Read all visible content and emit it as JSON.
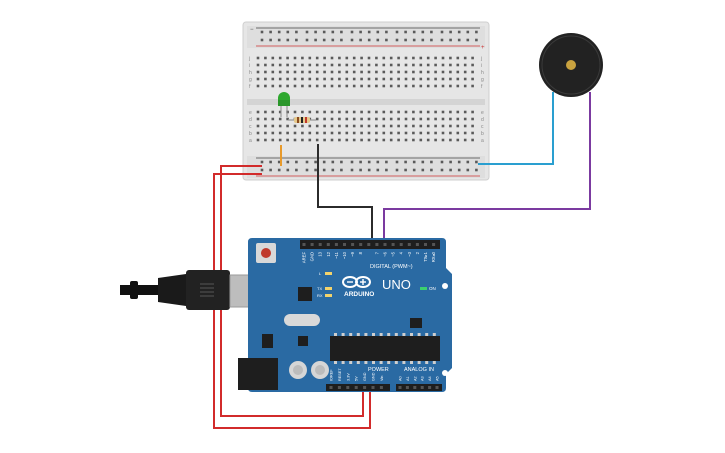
{
  "board": {
    "logo_text": "ARDUINO",
    "model": "UNO",
    "digital_header": "DIGITAL (PWM~)",
    "power_header": "POWER",
    "analog_header": "ANALOG IN",
    "on_label": "ON",
    "tx_label": "TX",
    "rx_label": "RX",
    "l_label": "L",
    "top_pins": [
      "AREF",
      "GND",
      "13",
      "12",
      "~11",
      "~10",
      "~9",
      "8",
      "",
      "7",
      "~6",
      "~5",
      "4",
      "~3",
      "2",
      "TX▸1",
      "RX◂0"
    ],
    "power_pins": [
      "IOREF",
      "RESET",
      "3.3V",
      "5V",
      "GND",
      "GND",
      "Vin"
    ],
    "analog_pins": [
      "A0",
      "A1",
      "A2",
      "A3",
      "A4",
      "A5"
    ]
  },
  "breadboard": {
    "row_letters_top": [
      "j",
      "i",
      "h",
      "g",
      "f"
    ],
    "row_letters_bottom": [
      "e",
      "d",
      "c",
      "b",
      "a"
    ],
    "columns": 30,
    "rail_plus": "+",
    "rail_minus": "−"
  },
  "colors": {
    "board_blue": "#2a6aa3",
    "wire_red": "#d22b2b",
    "wire_black": "#2b2b2b",
    "wire_blue": "#2a9fd0",
    "wire_purple": "#7b3aa0",
    "wire_orange": "#e89a2b",
    "led_green": "#2fa82f",
    "buzzer_body": "#222222"
  },
  "components": [
    "breadboard",
    "led-green",
    "resistor",
    "piezo-buzzer",
    "arduino-uno",
    "usb-cable"
  ]
}
